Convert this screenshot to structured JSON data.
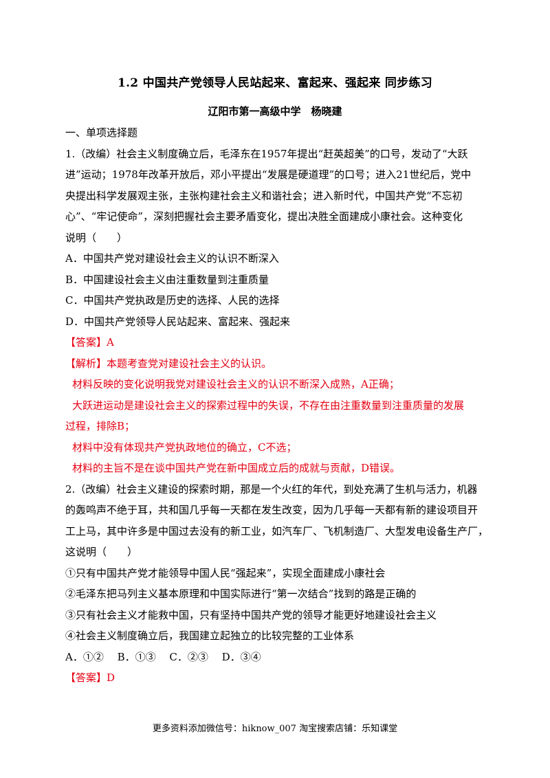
{
  "title": "1.2 中国共产党领导人民站起来、富起来、强起来 同步练习",
  "author": "辽阳市第一高级中学　杨晓建",
  "section_heading": "一、单项选择题",
  "q1": {
    "lines": [
      "1.（改编）社会主义制度确立后，毛泽东在1957年提出“赶英超美”的口号，发动了“大跃",
      "进”运动；1978年改革开放后，邓小平提出“发展是硬道理”的口号；进入21世纪后，党中",
      "央提出科学发展观主张，主张构建社会主义和谐社会；进入新时代，中国共产党“不忘初",
      "心”、“牢记使命”，深刻把握社会主要矛盾变化，提出决胜全面建成小康社会。这种变化",
      "说明（　　）"
    ],
    "options": [
      "A．中国共产党对建设社会主义的认识不断深入",
      "B．中国建设社会主义由注重数量到注重质量",
      "C．中国共产党执政是历史的选择、人民的选择",
      "D．中国共产党领导人民站起来、富起来、强起来"
    ],
    "answer_label": "【答案】",
    "answer": "A",
    "analysis_label": "【解析】",
    "analysis_intro": "本题考查党对建设社会主义的认识。",
    "analysis_lines": [
      "材料反映的变化说明我党对建设社会主义的认识不断深入成熟，A正确；",
      "大跃进运动是建设社会主义的探索过程中的失误，不存在由注重数量到注重质量的发展",
      "过程，排除B；",
      "材料中没有体现共产党执政地位的确立，C不选；",
      "材料的主旨不是在谈中国共产党在新中国成立后的成就与贡献，D错误。"
    ]
  },
  "q2": {
    "lines": [
      "2.（改编）社会主义建设的探索时期，那是一个火红的年代，到处充满了生机与活力，机器",
      "的轰鸣声不绝于耳，共和国几乎每一天都在发生改变，因为几乎每一天都有新的建设项目开",
      "工上马，其中许多是中国过去没有的新工业，如汽车厂、飞机制造厂、大型发电设备生产厂，",
      "这说明（　　）"
    ],
    "statements": [
      "①只有中国共产党才能领导中国人民“强起来”，实现全面建成小康社会",
      "②毛泽东把马列主义基本原理和中国实际进行“第一次结合”找到的路是正确的",
      "③只有社会主义才能救中国，只有坚持中国共产党的领导才能更好地建设社会主义",
      "④社会主义制度确立后，我国建立起独立的比较完整的工业体系"
    ],
    "options_line": "A．①②　 B．①③　 C．②③　 D．③④",
    "answer_label": "【答案】",
    "answer": "D"
  },
  "footer": "更多资料添加微信号：hiknow_007 淘宝搜索店铺：乐知课堂"
}
